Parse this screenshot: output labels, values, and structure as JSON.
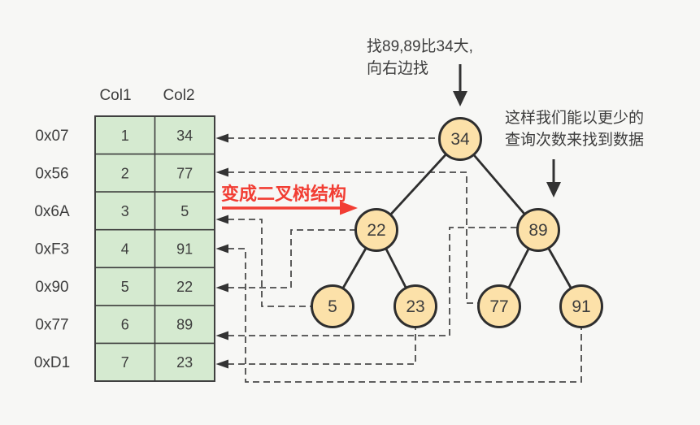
{
  "table": {
    "headers": [
      "Col1",
      "Col2"
    ],
    "rows": [
      {
        "address": "0x07",
        "col1": "1",
        "col2": "34"
      },
      {
        "address": "0x56",
        "col1": "2",
        "col2": "77"
      },
      {
        "address": "0x6A",
        "col1": "3",
        "col2": "5"
      },
      {
        "address": "0xF3",
        "col1": "4",
        "col2": "91"
      },
      {
        "address": "0x90",
        "col1": "5",
        "col2": "22"
      },
      {
        "address": "0x77",
        "col1": "6",
        "col2": "89"
      },
      {
        "address": "0xD1",
        "col1": "7",
        "col2": "23"
      }
    ]
  },
  "tree": {
    "nodes": [
      {
        "id": "root",
        "value": "34"
      },
      {
        "id": "left",
        "value": "22"
      },
      {
        "id": "right",
        "value": "89"
      },
      {
        "id": "left-left",
        "value": "5"
      },
      {
        "id": "left-right",
        "value": "23"
      },
      {
        "id": "right-left",
        "value": "77"
      },
      {
        "id": "right-right",
        "value": "91"
      }
    ],
    "edges": [
      [
        "34",
        "22"
      ],
      [
        "34",
        "89"
      ],
      [
        "22",
        "5"
      ],
      [
        "22",
        "23"
      ],
      [
        "89",
        "77"
      ],
      [
        "89",
        "91"
      ]
    ]
  },
  "annotations": {
    "search_hint_line1": "找89,89比34大,",
    "search_hint_line2": "向右边找",
    "benefit_line1": "这样我们能以更少的",
    "benefit_line2": "查询次数来找到数据",
    "transform_label": "变成二叉树结构"
  },
  "colors": {
    "background": "#f7f7f5",
    "cell_fill": "#d5ead0",
    "node_fill": "#fce1a9",
    "accent_red": "#f23d33",
    "stroke_dark": "#2e2e2e",
    "dash_gray": "#4a4a4a"
  }
}
